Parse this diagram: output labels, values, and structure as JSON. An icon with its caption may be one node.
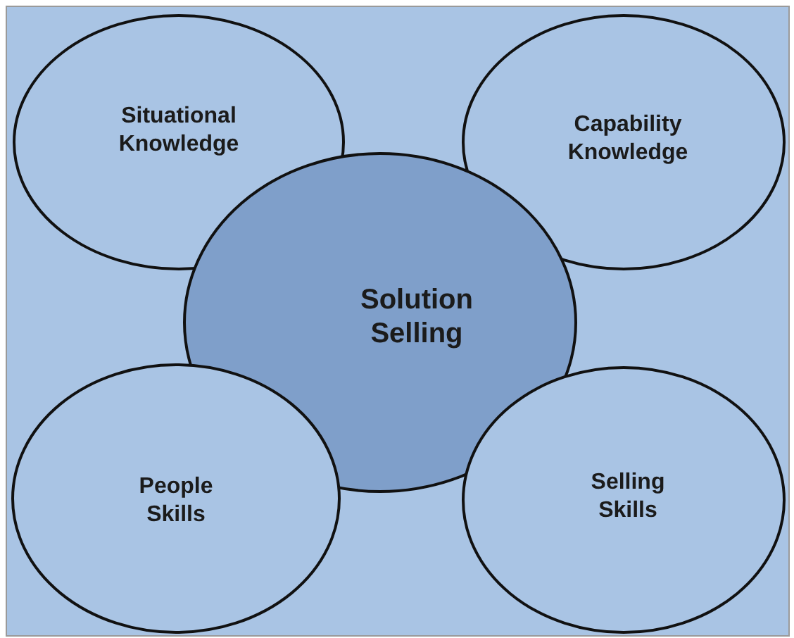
{
  "diagram": {
    "nodes": [
      {
        "text": [
          "Situational Knowledge"
        ]
      },
      {
        "text": [
          "Capability Knowledge"
        ]
      },
      {
        "text": [
          "Solution Selling"
        ]
      },
      {
        "text": [
          "People Skills"
        ]
      },
      {
        "text": [
          "Selling Skills"
        ]
      }
    ]
  }
}
